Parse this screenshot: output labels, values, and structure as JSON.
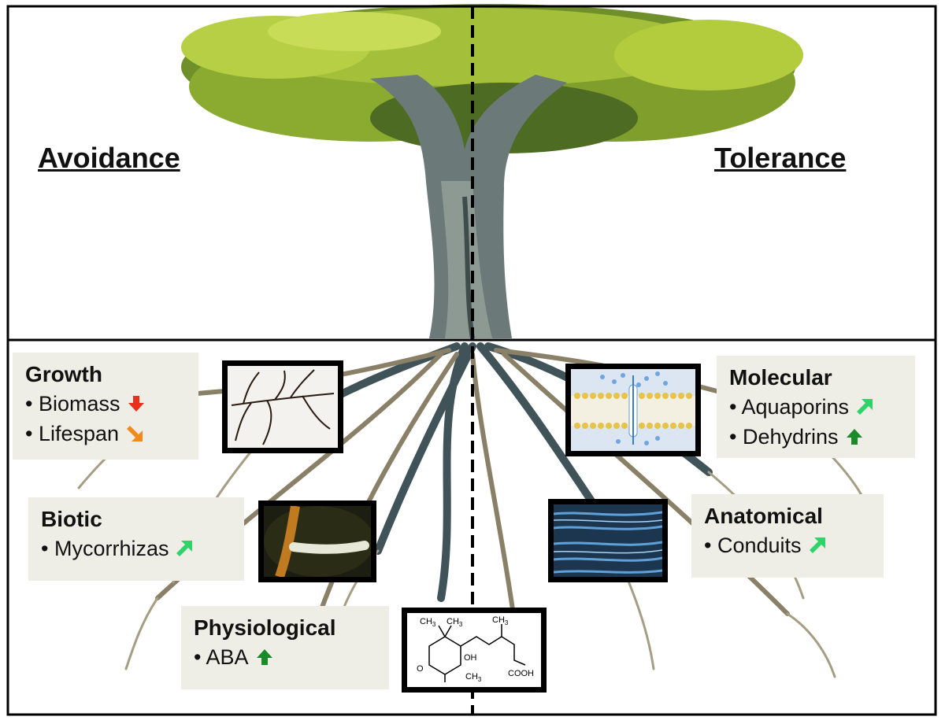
{
  "headings": {
    "left": "Avoidance",
    "right": "Tolerance"
  },
  "colors": {
    "down_red": "#e8301c",
    "diag_orange": "#f08a1c",
    "up_light_green": "#2fd36a",
    "up_dark_green": "#1a8a2a"
  },
  "cards": {
    "growth": {
      "title": "Growth",
      "items": [
        {
          "label": "• Biomass",
          "arrow": "down-arrow-icon"
        },
        {
          "label": "• Lifespan",
          "arrow": "down-right-arrow-icon"
        }
      ]
    },
    "biotic": {
      "title": "Biotic",
      "items": [
        {
          "label": "• Mycorrhizas",
          "arrow": "up-right-arrow-icon"
        }
      ]
    },
    "physiological": {
      "title": "Physiological",
      "items": [
        {
          "label": "• ABA",
          "arrow": "up-arrow-icon"
        }
      ]
    },
    "molecular": {
      "title": "Molecular",
      "items": [
        {
          "label": "• Aquaporins",
          "arrow": "up-right-arrow-icon"
        },
        {
          "label": "• Dehydrins",
          "arrow": "up-arrow-icon"
        }
      ]
    },
    "anatomical": {
      "title": "Anatomical",
      "items": [
        {
          "label": "• Conduits",
          "arrow": "up-right-arrow-icon"
        }
      ]
    }
  },
  "aba_structure": {
    "ch3_a": "CH",
    "ch3_b": "CH",
    "ch3_c": "CH",
    "ch3_d": "CH",
    "sub": "3",
    "oh": "OH",
    "o": "O",
    "cooh": "COOH"
  }
}
